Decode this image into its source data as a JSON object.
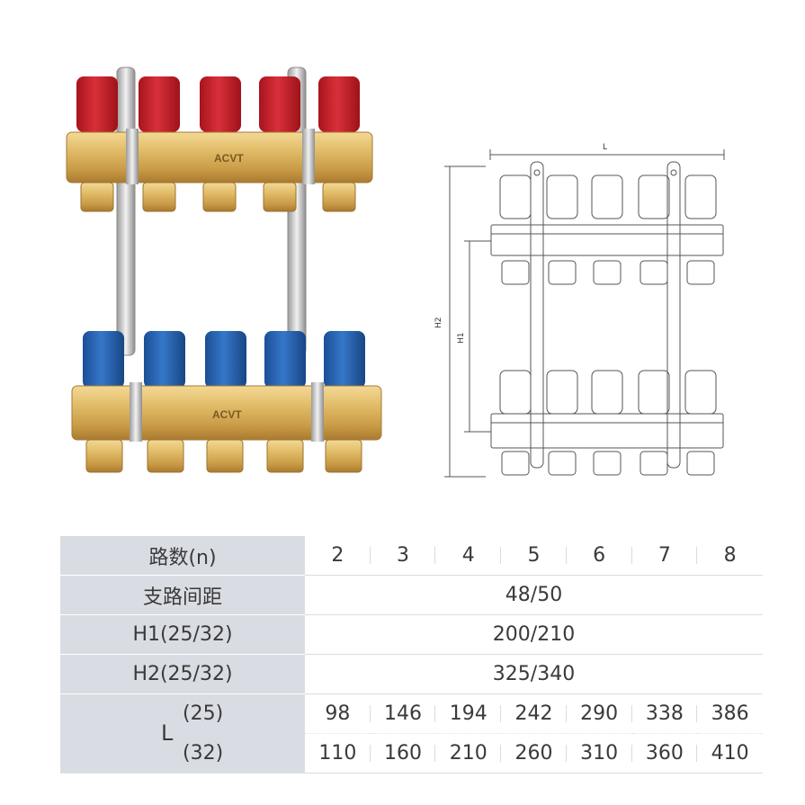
{
  "photo": {
    "brand_upper": "ACVT",
    "brand_lower": "ACVT",
    "colors": {
      "brass": "#d2aa55",
      "red_cap": "#c8222c",
      "blue_cap": "#2563b0",
      "steel": "#c9c9c9"
    }
  },
  "drawing": {
    "label_l": "L",
    "label_h1": "H1",
    "label_h2": "H2"
  },
  "table": {
    "head_circuits": "路数(n)",
    "circuits": [
      "2",
      "3",
      "4",
      "5",
      "6",
      "7",
      "8"
    ],
    "head_spacing": "支路间距",
    "spacing": "48/50",
    "head_h1": "H1(25/32)",
    "h1": "200/210",
    "head_h2": "H2(25/32)",
    "h2": "325/340",
    "head_l": "L",
    "l_sub_25": "(25)",
    "l_sub_32": "(32)",
    "l_25": [
      "98",
      "146",
      "194",
      "242",
      "290",
      "338",
      "386"
    ],
    "l_32": [
      "110",
      "160",
      "210",
      "260",
      "310",
      "360",
      "410"
    ]
  }
}
